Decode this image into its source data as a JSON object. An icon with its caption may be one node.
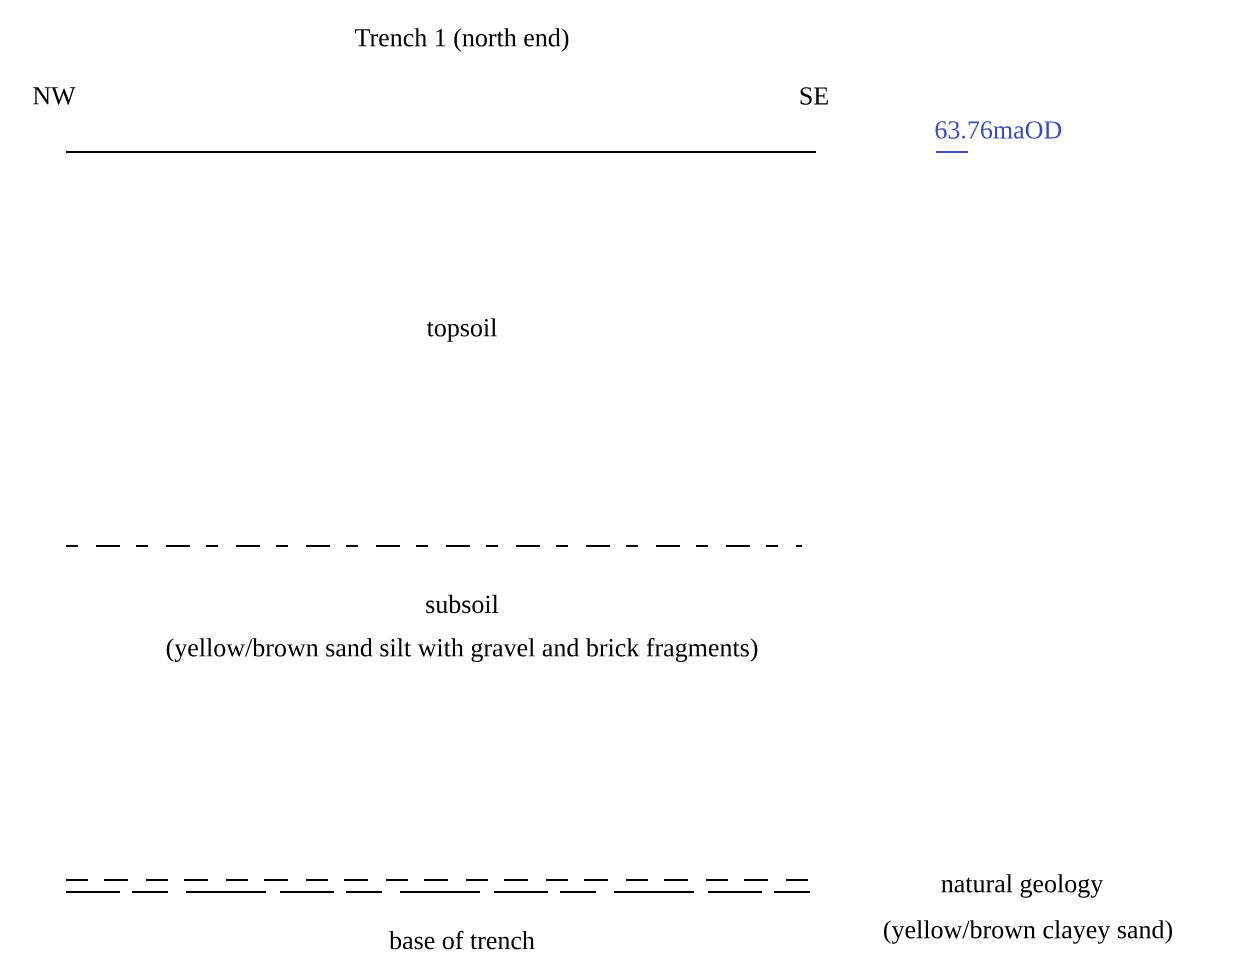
{
  "diagram": {
    "title": "Trench 1 (north end)",
    "labels": [
      "NW",
      "SE",
      "63.76maOD",
      "topsoil",
      "subsoil",
      "(yellow/brown sand silt with gravel and brick fragments)",
      "natural geology",
      "(yellow/brown clayey sand)",
      "base of trench"
    ]
  }
}
